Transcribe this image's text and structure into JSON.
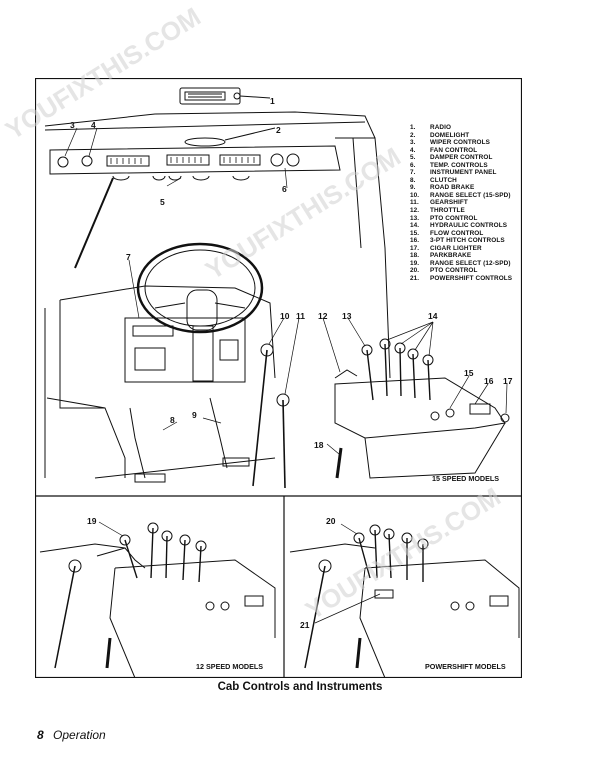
{
  "legend": [
    {
      "num": "1.",
      "label": "RADIO"
    },
    {
      "num": "2.",
      "label": "DOMELIGHT"
    },
    {
      "num": "3.",
      "label": "WIPER CONTROLS"
    },
    {
      "num": "4.",
      "label": "FAN CONTROL"
    },
    {
      "num": "5.",
      "label": "DAMPER CONTROL"
    },
    {
      "num": "6.",
      "label": "TEMP. CONTROLS"
    },
    {
      "num": "7.",
      "label": "INSTRUMENT PANEL"
    },
    {
      "num": "8.",
      "label": "CLUTCH"
    },
    {
      "num": "9.",
      "label": "ROAD BRAKE"
    },
    {
      "num": "10.",
      "label": "RANGE SELECT (15-SPD)"
    },
    {
      "num": "11.",
      "label": "GEARSHIFT"
    },
    {
      "num": "12.",
      "label": "THROTTLE"
    },
    {
      "num": "13.",
      "label": "PTO CONTROL"
    },
    {
      "num": "14.",
      "label": "HYDRAULIC CONTROLS"
    },
    {
      "num": "15.",
      "label": "FLOW CONTROL"
    },
    {
      "num": "16.",
      "label": "3-PT HITCH CONTROLS"
    },
    {
      "num": "17.",
      "label": "CIGAR LIGHTER"
    },
    {
      "num": "18.",
      "label": "PARKBRAKE"
    },
    {
      "num": "19.",
      "label": "RANGE SELECT (12-SPD)"
    },
    {
      "num": "20.",
      "label": "PTO CONTROL"
    },
    {
      "num": "21.",
      "label": "POWERSHIFT CONTROLS"
    }
  ],
  "callouts": {
    "c1": "1",
    "c2": "2",
    "c3": "3",
    "c4": "4",
    "c5": "5",
    "c6": "6",
    "c7": "7",
    "c8": "8",
    "c9": "9",
    "c10": "10",
    "c11": "11",
    "c12": "12",
    "c13": "13",
    "c14": "14",
    "c15": "15",
    "c16": "16",
    "c17": "17",
    "c18": "18",
    "c19": "19",
    "c20": "20",
    "c21": "21"
  },
  "panels": {
    "main": "15 SPEED MODELS",
    "left": "12 SPEED MODELS",
    "right": "POWERSHIFT MODELS"
  },
  "caption": "Cab Controls and Instruments",
  "footer": {
    "page": "8",
    "section": "Operation"
  },
  "watermark": "YOUFIXTHIS.COM"
}
